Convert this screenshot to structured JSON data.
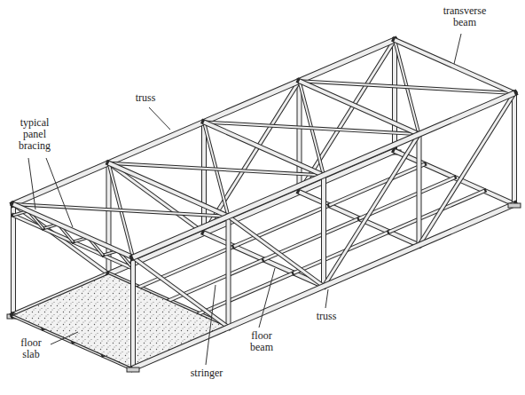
{
  "diagram": {
    "labels": [
      "transverse beam",
      "truss",
      "typical panel bracing",
      "floor beam",
      "truss",
      "floor slab",
      "stringer"
    ]
  }
}
